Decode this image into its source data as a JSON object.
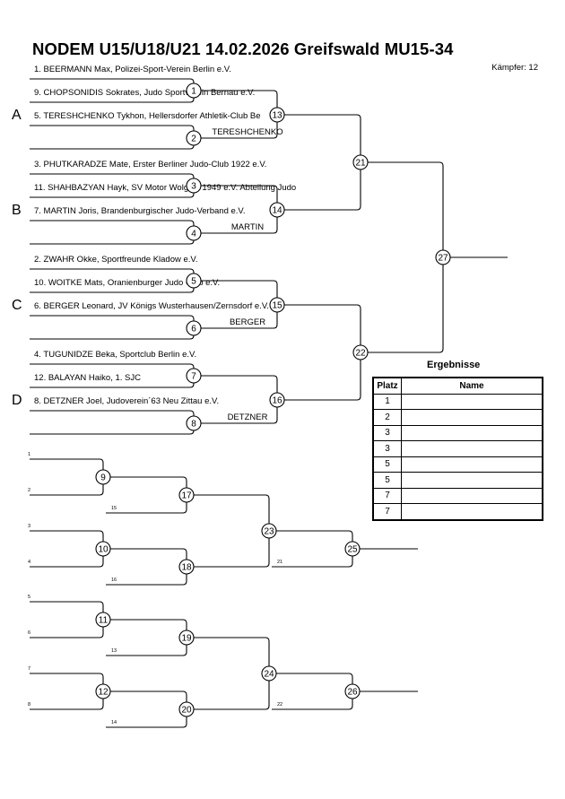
{
  "header": {
    "title": "NODEM U15/U18/U21  14.02.2026  Greifswald   MU15-34",
    "fighters_count": "Kämpfer: 12"
  },
  "pools": [
    "A",
    "B",
    "C",
    "D"
  ],
  "entries": [
    "1. BEERMANN Max, Polizei-Sport-Verein Berlin e.V.",
    "9. CHOPSONIDIS Sokrates, Judo Sportverein Bernau e.V.",
    "5. TERESHCHENKO Tykhon, Hellersdorfer Athletik-Club Be",
    "3. PHUTKARADZE Mate, Erster Berliner Judo-Club 1922 e.V.",
    "11. SHAHBAZYAN Hayk, SV Motor Wolgast 1949 e.V. Abteilung Judo",
    "7. MARTIN Joris, Brandenburgischer Judo-Verband e.V.",
    "2. ZWAHR Okke, Sportfreunde Kladow e.V.",
    "10. WOITKE Mats, Oranienburger Judo Club e.V.",
    "6. BERGER Leonard, JV Königs Wusterhausen/Zernsdorf e.V.",
    "4. TUGUNIDZE Beka, Sportclub Berlin e.V.",
    "12. BALAYAN Haiko, 1. SJC",
    "8. DETZNER Joel, Judoverein´63 Neu Zittau e.V."
  ],
  "winners": [
    "TERESHCHENKO",
    "MARTIN",
    "BERGER",
    "DETZNER"
  ],
  "main_matches": [
    "1",
    "2",
    "3",
    "4",
    "5",
    "6",
    "7",
    "8",
    "13",
    "14",
    "15",
    "16",
    "21",
    "22",
    "27"
  ],
  "repechage_matches": [
    "9",
    "10",
    "11",
    "12",
    "17",
    "18",
    "19",
    "20",
    "23",
    "24",
    "25",
    "26"
  ],
  "repechage_small_labels": [
    "1",
    "2",
    "15",
    "3",
    "4",
    "16",
    "21",
    "5",
    "6",
    "13",
    "7",
    "8",
    "14",
    "22"
  ],
  "results": {
    "title": "Ergebnisse",
    "headers": [
      "Platz",
      "Name"
    ],
    "places": [
      "1",
      "2",
      "3",
      "3",
      "5",
      "5",
      "7",
      "7"
    ]
  }
}
